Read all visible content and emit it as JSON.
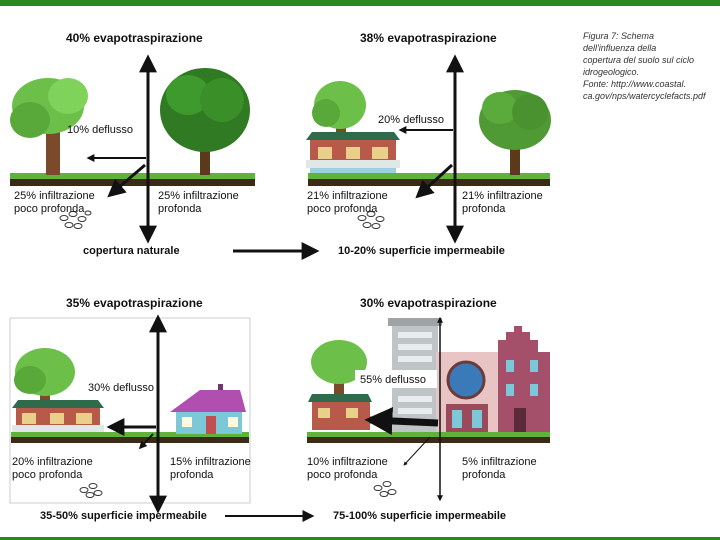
{
  "caption": {
    "lines": [
      "Figura 7: Schema",
      "dell'influenza della",
      "copertura del suolo sul ciclo",
      "idrogeologico.",
      "Fonte: http://www.coastal.",
      "ca.gov/nps/watercyclefacts.pdf"
    ]
  },
  "panels": [
    {
      "evapo": "40% evapotraspirazione",
      "runoff": "10% deflusso",
      "shallow": [
        "25% infiltrazione",
        "poco profonda"
      ],
      "deep": [
        "25% infiltrazione",
        "profonda"
      ],
      "label": "copertura naturale"
    },
    {
      "evapo": "38% evapotraspirazione",
      "runoff": "20% deflusso",
      "shallow": [
        "21% infiltrazione",
        "poco profonda"
      ],
      "deep": [
        "21% infiltrazione",
        "profonda"
      ],
      "label": "10-20% superficie impermeabile"
    },
    {
      "evapo": "35% evapotraspirazione",
      "runoff": "30% deflusso",
      "shallow": [
        "20% infiltrazione",
        "poco profonda"
      ],
      "deep": [
        "15% infiltrazione",
        "profonda"
      ],
      "label": "35-50% superficie impermeabile"
    },
    {
      "evapo": "30% evapotraspirazione",
      "runoff": "55% deflusso",
      "shallow": [
        "10% infiltrazione",
        "poco profonda"
      ],
      "deep": [
        "5% infiltrazione",
        "profonda"
      ],
      "label": "75-100% superficie impermeabile"
    }
  ],
  "colors": {
    "accent": "#2a8a1e",
    "ground": "#3b2a16",
    "grass": "#5fb33a",
    "tree": "#6cc04a",
    "arrow": "#111111"
  }
}
